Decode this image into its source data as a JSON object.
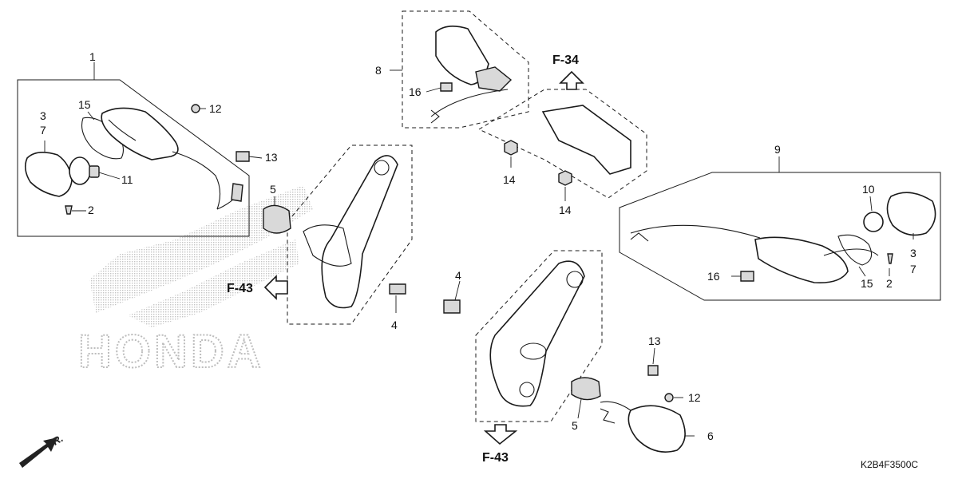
{
  "diagram": {
    "code": "K2B4F3500C",
    "direction_label": "FR.",
    "watermark_text": "HONDA",
    "part_numbers": [
      "1",
      "2",
      "3",
      "4",
      "5",
      "6",
      "7",
      "8",
      "9",
      "10",
      "11",
      "12",
      "13",
      "14",
      "15",
      "16"
    ],
    "callouts": [
      {
        "id": "c1",
        "text": "1"
      },
      {
        "id": "c3a",
        "text": "3"
      },
      {
        "id": "c7a",
        "text": "7"
      },
      {
        "id": "c15a",
        "text": "15"
      },
      {
        "id": "c11",
        "text": "11"
      },
      {
        "id": "c2a",
        "text": "2"
      },
      {
        "id": "c12a",
        "text": "12"
      },
      {
        "id": "c13a",
        "text": "13"
      },
      {
        "id": "c5a",
        "text": "5"
      },
      {
        "id": "c4a",
        "text": "4"
      },
      {
        "id": "c8",
        "text": "8"
      },
      {
        "id": "c16a",
        "text": "16"
      },
      {
        "id": "c14a",
        "text": "14"
      },
      {
        "id": "c14b",
        "text": "14"
      },
      {
        "id": "c9",
        "text": "9"
      },
      {
        "id": "c10",
        "text": "10"
      },
      {
        "id": "c3b",
        "text": "3"
      },
      {
        "id": "c7b",
        "text": "7"
      },
      {
        "id": "c2b",
        "text": "2"
      },
      {
        "id": "c15b",
        "text": "15"
      },
      {
        "id": "c16b",
        "text": "16"
      },
      {
        "id": "c4b",
        "text": "4"
      },
      {
        "id": "c13b",
        "text": "13"
      },
      {
        "id": "c12b",
        "text": "12"
      },
      {
        "id": "c5b",
        "text": "5"
      },
      {
        "id": "c6",
        "text": "6"
      }
    ],
    "references": [
      {
        "id": "ref-f34",
        "text": "F-34"
      },
      {
        "id": "ref-f43a",
        "text": "F-43"
      },
      {
        "id": "ref-f43b",
        "text": "F-43"
      }
    ]
  }
}
